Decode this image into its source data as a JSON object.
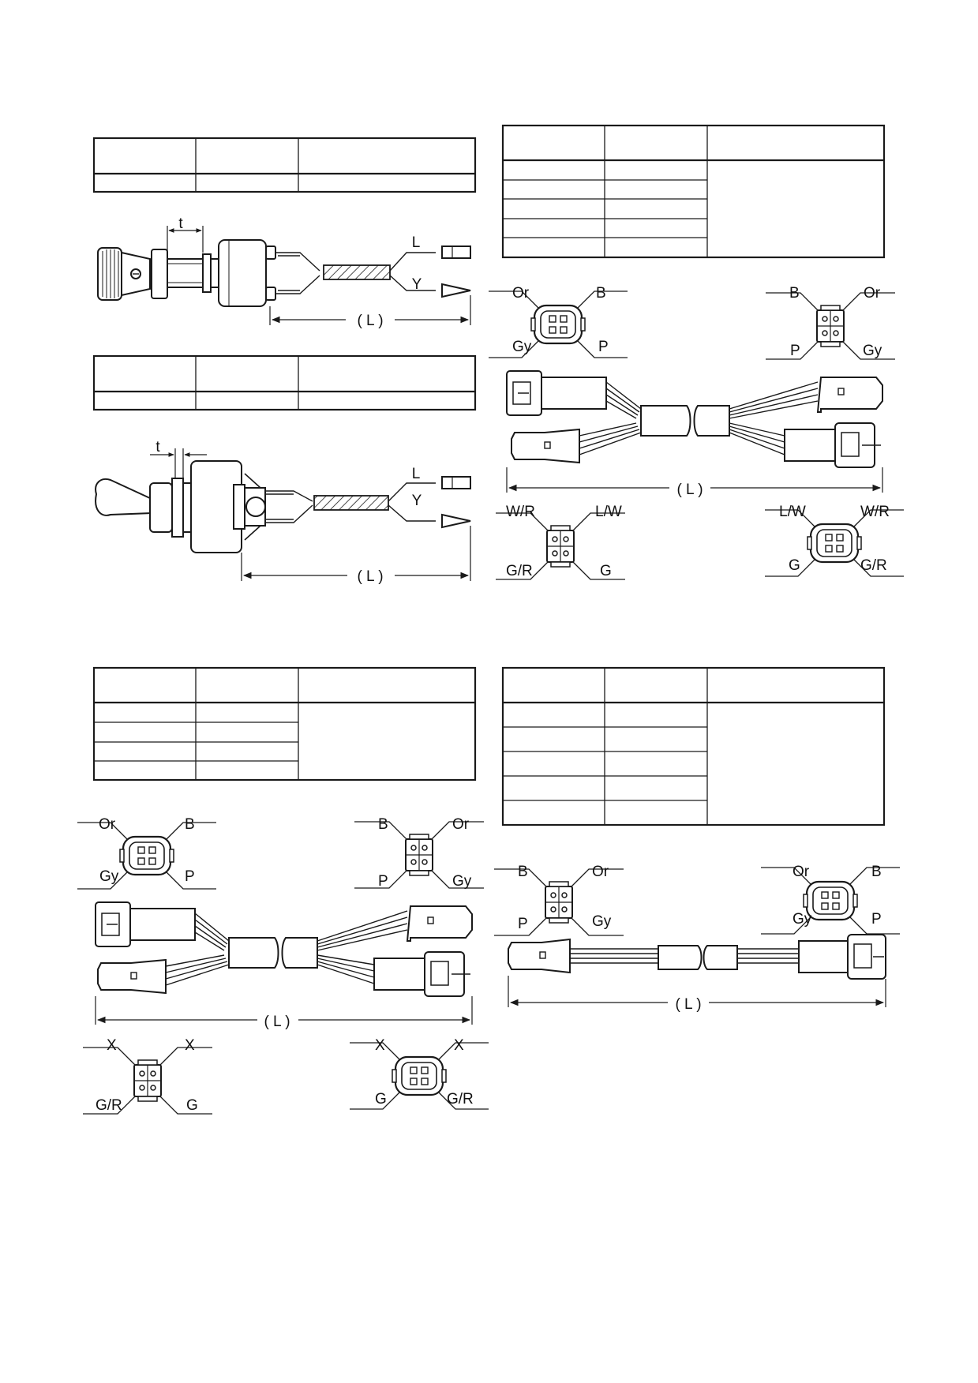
{
  "panels": {
    "push_switch": {
      "labels": {
        "t": "t",
        "wire_a": "L",
        "wire_b": "Y",
        "length": "( L )"
      }
    },
    "toggle_switch": {
      "labels": {
        "t": "t",
        "wire_a": "L",
        "wire_b": "Y",
        "length": "( L )"
      }
    },
    "y_harness_top": {
      "labels": {
        "c1_tl": "Or",
        "c1_tr": "B",
        "c1_bl": "Gy",
        "c1_br": "P",
        "c2_tl": "B",
        "c2_tr": "Or",
        "c2_bl": "P",
        "c2_br": "Gy",
        "length": "( L )",
        "c3_tl": "W/R",
        "c3_tr": "L/W",
        "c3_bl": "G/R",
        "c3_br": "G",
        "c4_tl": "L/W",
        "c4_tr": "W/R",
        "c4_bl": "G",
        "c4_br": "G/R"
      }
    },
    "y_harness_bottom": {
      "labels": {
        "c1_tl": "Or",
        "c1_tr": "B",
        "c1_bl": "Gy",
        "c1_br": "P",
        "c2_tl": "B",
        "c2_tr": "Or",
        "c2_bl": "P",
        "c2_br": "Gy",
        "length": "( L )",
        "c3_tl": "X",
        "c3_tr": "X",
        "c3_bl": "G/R",
        "c3_br": "G",
        "c4_tl": "X",
        "c4_tr": "X",
        "c4_bl": "G",
        "c4_br": "G/R"
      }
    },
    "straight_harness": {
      "labels": {
        "c1_tl": "B",
        "c1_tr": "Or",
        "c1_bl": "P",
        "c1_br": "Gy",
        "c2_tl": "Or",
        "c2_tr": "B",
        "c2_bl": "Gy",
        "c2_br": "P",
        "length": "( L )"
      }
    }
  },
  "colors": {
    "ink": "#1a1a1a",
    "hatch_fill": "#ffffff"
  }
}
